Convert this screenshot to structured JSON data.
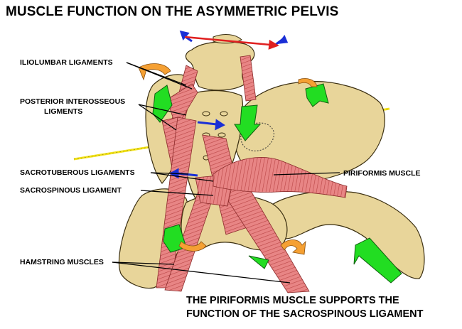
{
  "title": "MUSCLE FUNCTION ON THE ASYMMETRIC PELVIS",
  "labels": {
    "iliolumbar": "ILIOLUMBAR LIGAMENTS",
    "posterior_line1": "POSTERIOR INTEROSSEOUS",
    "posterior_line2": "LIGMENTS",
    "sacrotuberous": "SACROTUBEROUS LIGAMENTS",
    "sacrospinous": "SACROSPINOUS  LIGAMENT",
    "hamstring": "HAMSTRING MUSCLES",
    "piriformis": "PIRIFORMIS MUSCLE"
  },
  "caption": {
    "line1": "THE PIRIFORMIS MUSCLE SUPPORTS THE",
    "line2": "FUNCTION OF THE SACROSPINOUS LIGAMENT"
  },
  "colors": {
    "bone": "#e8d59a",
    "bone_outline": "#3a2e10",
    "muscle": "#e57a7a",
    "muscle_stripe": "#b83a3a",
    "arrow_green": "#22dd22",
    "arrow_orange": "#f5a033",
    "arrow_blue": "#1a2fd6",
    "arrow_red": "#e02020",
    "axis_yellow": "#f2e21a"
  },
  "icons": [
    "green-arrow-icon",
    "orange-curved-arrow-icon",
    "blue-arrow-icon",
    "red-arrow-icon"
  ]
}
